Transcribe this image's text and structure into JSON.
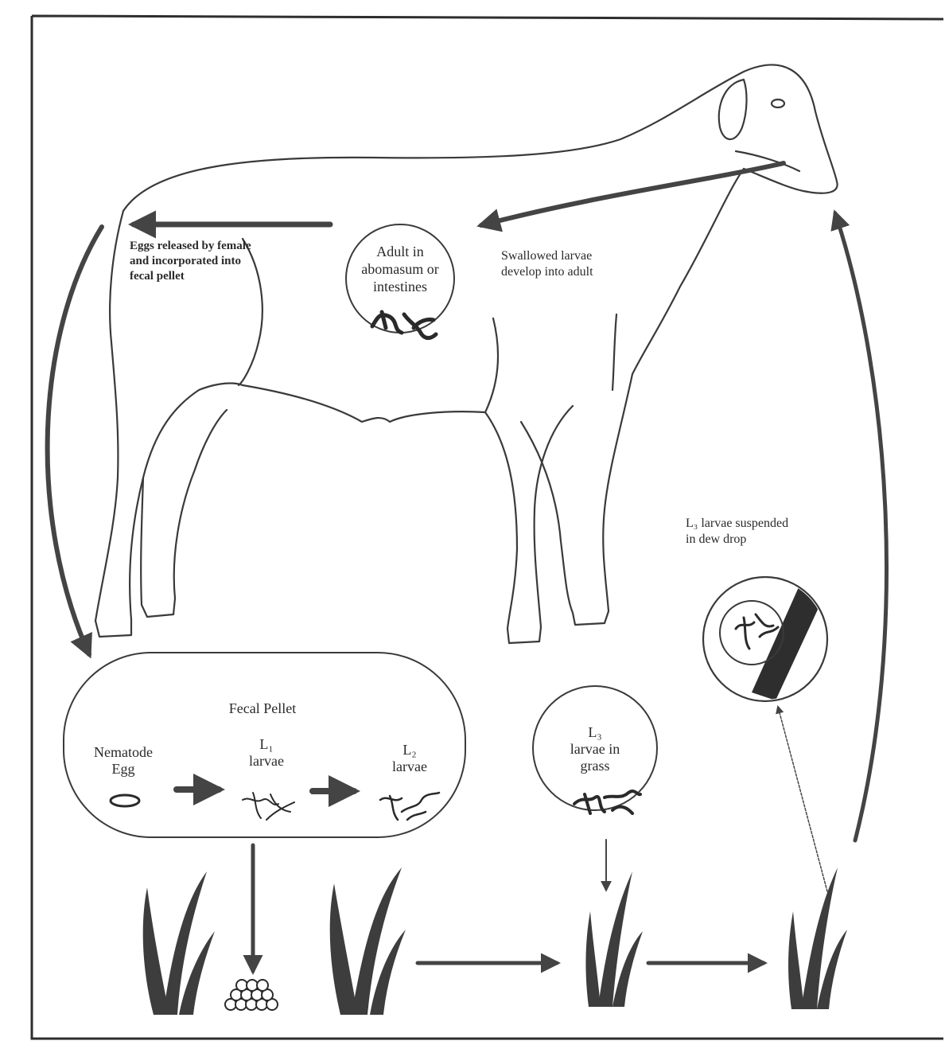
{
  "diagram": {
    "labels": {
      "eggs_released": "Eggs released by female\nand incorporated into\nfecal pellet",
      "adult_circle": "Adult in\nabomasum or\nintestines",
      "swallowed": "Swallowed larvae\ndevelop into adult",
      "l3_dew": "L₃ larvae suspended\nin dew drop",
      "fecal_pellet": "Fecal Pellet",
      "nematode_egg": "Nematode\nEgg",
      "l1_larvae": "L₁\nlarvae",
      "l2_larvae": "L₂\nlarvae",
      "l3_grass": "L₃\nlarvae in\ngrass"
    },
    "colors": {
      "ink": "#3a3a3a",
      "grass": "#3d3d3d",
      "arrow": "#444444",
      "dew_band": "#2e2e2e"
    },
    "icons": [
      "sheep-outline",
      "worm-icon",
      "egg-icon",
      "grass-icon",
      "egg-cluster-icon",
      "dew-drop-icon"
    ]
  }
}
